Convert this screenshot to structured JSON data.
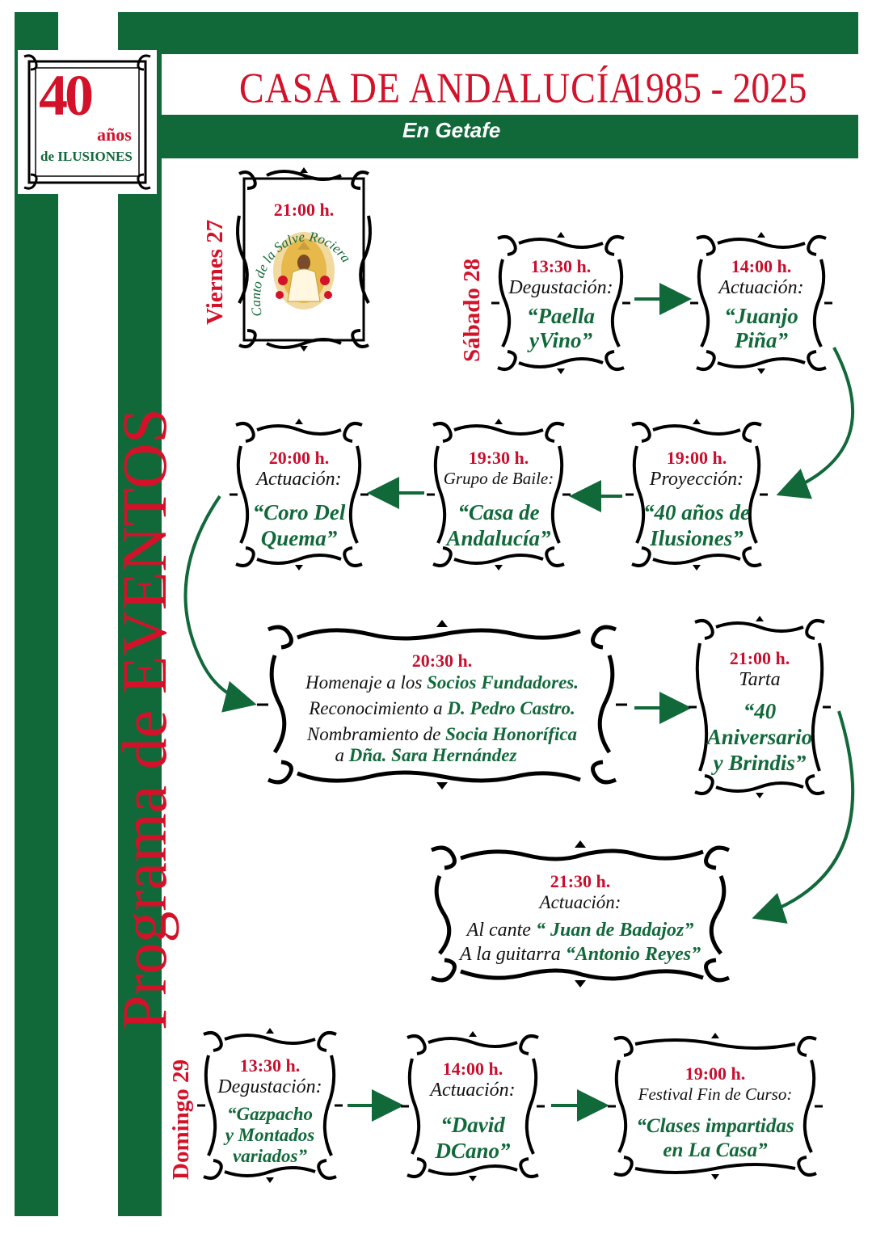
{
  "header": {
    "title": "CASA  DE  ANDALUCÍA",
    "years": "1985 - 2025",
    "subtitle": "En Getafe"
  },
  "logo": {
    "number": "40",
    "anos": "años",
    "de": "de",
    "ilusiones": "ILUSIONES"
  },
  "sidebar_title": "Programa de EVENTOS",
  "days": {
    "friday": "Viernes 27",
    "saturday": "Sábado 28",
    "sunday": "Domingo 29"
  },
  "colors": {
    "green": "#11693a",
    "red": "#d3122a"
  },
  "events": {
    "fri_salve": {
      "time": "21:00 h.",
      "arc_text": "Canto de la Salve Rociera"
    },
    "sat_paella": {
      "time": "13:30 h.",
      "label": "Degustación:",
      "name1": "“Paella",
      "name2": "yVino”"
    },
    "sat_juanjo": {
      "time": "14:00 h.",
      "label": "Actuación:",
      "name1": "“Juanjo",
      "name2": "Piña”"
    },
    "sat_proyeccion": {
      "time": "19:00 h.",
      "label": "Proyección:",
      "name1": "“40 años de",
      "name2": "Ilusiones”"
    },
    "sat_baile": {
      "time": "19:30 h.",
      "label": "Grupo de Baile:",
      "name1": "“Casa de",
      "name2": "Andalucía”"
    },
    "sat_coro": {
      "time": "20:00 h.",
      "label": "Actuación:",
      "name1": "“Coro Del",
      "name2": "Quema”"
    },
    "sat_homenaje": {
      "time": "20:30 h.",
      "l1a": "Homenaje a los ",
      "l1b": "Socios Fundadores.",
      "l2a": "Reconocimiento a ",
      "l2b": "D. Pedro Castro.",
      "l3a": "Nombramiento de ",
      "l3b": "Socia Honorífica",
      "l4a": "a ",
      "l4b": "Dña. Sara Hernández"
    },
    "sat_tarta": {
      "time": "21:00 h.",
      "label": "Tarta",
      "name1": "“40",
      "name2": "Aniversario",
      "name3": "y Brindis”"
    },
    "sat_cante": {
      "time": "21:30 h.",
      "label": "Actuación:",
      "l1a": "Al cante ",
      "l1b": "“ Juan de Badajoz”",
      "l2a": "A la guitarra ",
      "l2b": "“Antonio Reyes”"
    },
    "sun_gazpacho": {
      "time": "13:30 h.",
      "label": "Degustación:",
      "name1": "“Gazpacho",
      "name2": "y Montados",
      "name3": "variados”"
    },
    "sun_david": {
      "time": "14:00 h.",
      "label": "Actuación:",
      "name1": "“David",
      "name2": "DCano”"
    },
    "sun_festival": {
      "time": "19:00 h.",
      "label": "Festival Fin de Curso:",
      "name1": "“Clases impartidas",
      "name2": "en La Casa”"
    }
  }
}
